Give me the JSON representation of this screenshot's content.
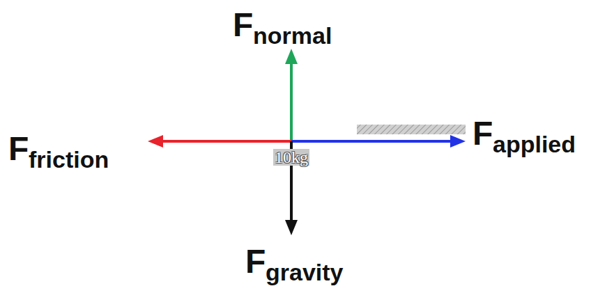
{
  "diagram": {
    "nodes": [
      {
        "text": [
          "10kg"
        ]
      }
    ],
    "labels": [
      "F",
      "normal",
      "F",
      "friction",
      "F",
      "applied",
      "F",
      "gravity"
    ]
  }
}
